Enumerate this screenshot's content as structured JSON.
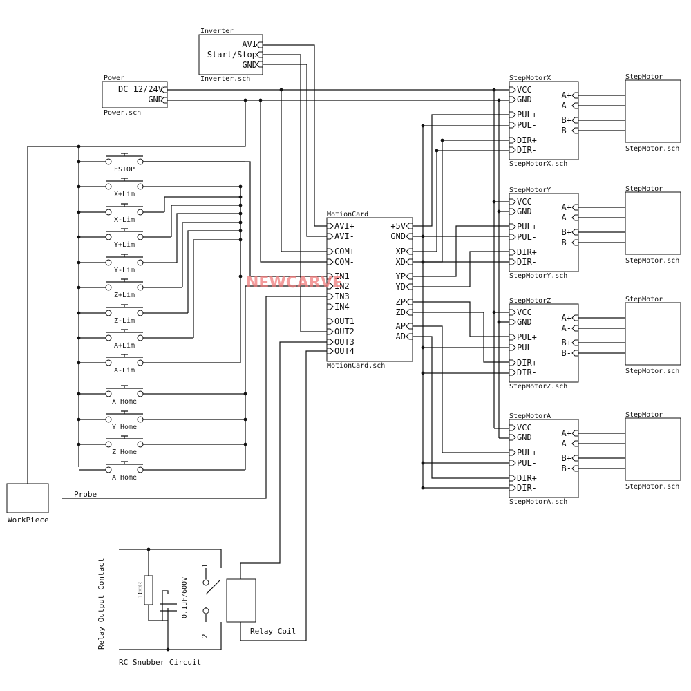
{
  "watermark": "NEWCARVE",
  "inverter": {
    "name": "Inverter",
    "file": "Inverter.sch",
    "pins": [
      "AVI",
      "Start/Stop",
      "GND"
    ]
  },
  "power": {
    "name": "Power",
    "file": "Power.sch",
    "pins": [
      "DC 12/24V",
      "GND"
    ]
  },
  "motion": {
    "name": "MotionCard",
    "file": "MotionCard.sch",
    "left_pins": [
      "AVI+",
      "AVI-",
      "COM+",
      "COM-",
      "IN1",
      "IN2",
      "IN3",
      "IN4",
      "OUT1",
      "OUT2",
      "OUT3",
      "OUT4"
    ],
    "right_pins": [
      "+5V",
      "GND",
      "XP",
      "XD",
      "YP",
      "YD",
      "ZP",
      "ZD",
      "AP",
      "AD"
    ]
  },
  "drivers": [
    {
      "name": "StepMotorX",
      "file": "StepMotorX.sch"
    },
    {
      "name": "StepMotorY",
      "file": "StepMotorY.sch"
    },
    {
      "name": "StepMotorZ",
      "file": "StepMotorZ.sch"
    },
    {
      "name": "StepMotorA",
      "file": "StepMotorA.sch"
    }
  ],
  "driver_left_pins": [
    "VCC",
    "GND",
    "PUL+",
    "PUL-",
    "DIR+",
    "DIR-"
  ],
  "driver_right_pins": [
    "A+",
    "A-",
    "B+",
    "B-"
  ],
  "motor": {
    "name": "StepMotor",
    "file": "StepMotor.sch"
  },
  "switches": [
    "ESTOP",
    "X+Lim",
    "X-Lim",
    "Y+Lim",
    "Y-Lim",
    "Z+Lim",
    "Z-Lim",
    "A+Lim",
    "A-Lim",
    "X Home",
    "Y Home",
    "Z Home",
    "A Home"
  ],
  "workpiece": "WorkPiece",
  "probe": "Probe",
  "relay": {
    "contact_label": "Relay Output Contact",
    "snubber_label": "RC Snubber Circuit",
    "coil_label": "Relay Coil",
    "resistor": "100R",
    "capacitor": "0.1uF/600V",
    "pin1": "1",
    "pin2": "2"
  }
}
